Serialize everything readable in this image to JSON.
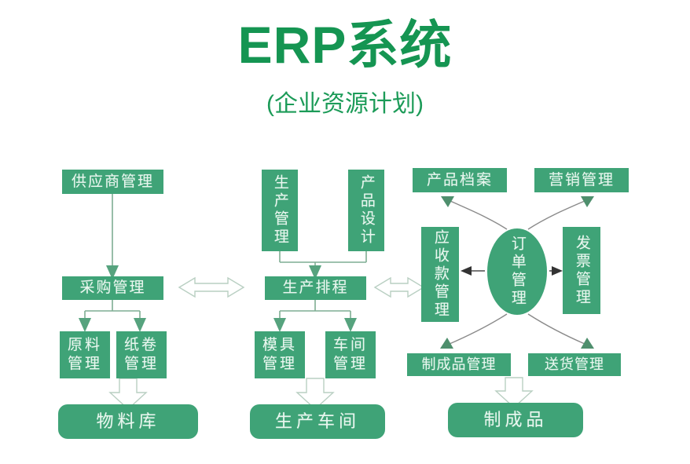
{
  "header": {
    "title": "ERP系统",
    "subtitle": "(企业资源计划)"
  },
  "theme": {
    "brand_green": "#159552",
    "node_fill": "#3fa377",
    "node_text": "#e9f7ef",
    "connector_thin": "#7fae93",
    "connector_hollow_stroke": "#b9cfc2",
    "background": "#ffffff"
  },
  "diagram": {
    "type": "flowchart",
    "columns": [
      {
        "name": "procurement",
        "nodes": [
          {
            "id": "supplier-management",
            "label": "供应商管理",
            "shape": "rect"
          },
          {
            "id": "purchase-management",
            "label": "采购管理",
            "shape": "rect"
          },
          {
            "id": "raw-material-management",
            "label": "原料管理",
            "shape": "rect"
          },
          {
            "id": "paper-roll-management",
            "label": "纸卷管理",
            "shape": "rect"
          },
          {
            "id": "material-warehouse",
            "label": "物料库",
            "shape": "rounded"
          }
        ]
      },
      {
        "name": "production",
        "nodes": [
          {
            "id": "production-management",
            "label": "生产管理",
            "shape": "rect-vertical"
          },
          {
            "id": "product-design",
            "label": "产品设计",
            "shape": "rect-vertical"
          },
          {
            "id": "production-scheduling",
            "label": "生产排程",
            "shape": "rect"
          },
          {
            "id": "mold-management",
            "label": "模具管理",
            "shape": "rect"
          },
          {
            "id": "workshop-management",
            "label": "车间管理",
            "shape": "rect"
          },
          {
            "id": "production-workshop",
            "label": "生产车间",
            "shape": "rounded"
          }
        ]
      },
      {
        "name": "sales",
        "nodes": [
          {
            "id": "product-archive",
            "label": "产品档案",
            "shape": "rect"
          },
          {
            "id": "marketing-management",
            "label": "营销管理",
            "shape": "rect"
          },
          {
            "id": "receivables-management",
            "label": "应收款管理",
            "shape": "rect-vertical"
          },
          {
            "id": "order-management",
            "label": "订单管理",
            "shape": "ellipse"
          },
          {
            "id": "invoice-management",
            "label": "发票管理",
            "shape": "rect-vertical"
          },
          {
            "id": "finished-goods-management",
            "label": "制成品管理",
            "shape": "rect"
          },
          {
            "id": "delivery-management",
            "label": "送货管理",
            "shape": "rect"
          },
          {
            "id": "finished-goods",
            "label": "制成品",
            "shape": "rounded"
          }
        ]
      }
    ],
    "connectors": [
      {
        "from": "supplier-management",
        "to": "purchase-management",
        "style": "solid-arrow"
      },
      {
        "from": "purchase-management",
        "to": "raw-material-management",
        "style": "solid-arrow"
      },
      {
        "from": "purchase-management",
        "to": "paper-roll-management",
        "style": "solid-arrow"
      },
      {
        "from": "raw-material-management",
        "to": "material-warehouse",
        "style": "hollow-arrow"
      },
      {
        "from": "purchase-management",
        "to": "production-scheduling",
        "style": "hollow-double-arrow"
      },
      {
        "from": "production-management",
        "to": "production-scheduling",
        "style": "solid-arrow"
      },
      {
        "from": "product-design",
        "to": "production-scheduling",
        "style": "solid-arrow"
      },
      {
        "from": "production-scheduling",
        "to": "mold-management",
        "style": "solid-arrow"
      },
      {
        "from": "production-scheduling",
        "to": "workshop-management",
        "style": "solid-arrow"
      },
      {
        "from": "mold-management",
        "to": "production-workshop",
        "style": "hollow-arrow"
      },
      {
        "from": "production-scheduling",
        "to": "receivables-management",
        "style": "hollow-double-arrow"
      },
      {
        "from": "order-management",
        "to": "receivables-management",
        "style": "solid-arrow"
      },
      {
        "from": "order-management",
        "to": "invoice-management",
        "style": "solid-arrow"
      },
      {
        "from": "order-management",
        "to": "product-archive",
        "style": "curved-double-arrow"
      },
      {
        "from": "order-management",
        "to": "marketing-management",
        "style": "curved-double-arrow"
      },
      {
        "from": "order-management",
        "to": "finished-goods-management",
        "style": "curved-double-arrow"
      },
      {
        "from": "order-management",
        "to": "delivery-management",
        "style": "curved-double-arrow"
      },
      {
        "from": "finished-goods-management",
        "to": "finished-goods",
        "style": "hollow-arrow"
      }
    ]
  }
}
